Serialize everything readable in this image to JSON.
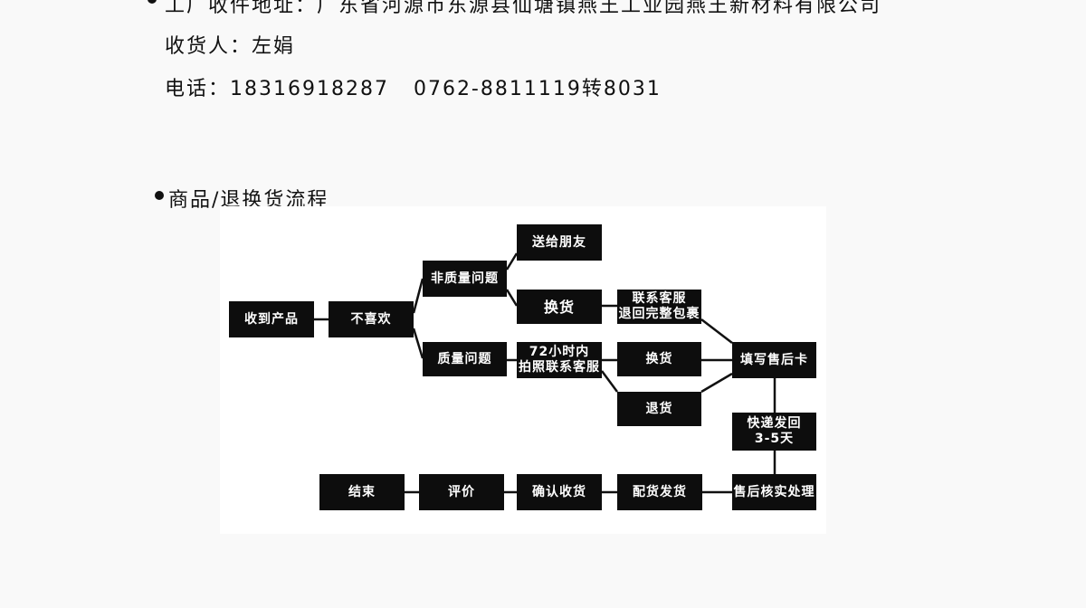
{
  "address": {
    "factory_line": "工厂收件地址：广东省河源市东源县仙塘镇燕王工业园燕王新材料有限公司",
    "receiver_line": "收货人：左娟",
    "phone_line": "电话：18316918287   0762-8811119转8031"
  },
  "section": {
    "title": "商品/退换货流程"
  },
  "flow": {
    "receive": "收到产品",
    "dislike": "不喜欢",
    "non_quality": "非质量问题",
    "gift": "送给朋友",
    "exchange_a": "换货",
    "contact_l1": "联系客服",
    "contact_l2": "退回完整包裹",
    "quality": "质量问题",
    "photo_l1": "72小时内",
    "photo_l2": "拍照联系客服",
    "exchange_b": "换货",
    "return": "退货",
    "card": "填写售后卡",
    "express_l1": "快递发回",
    "express_l2": "3-5天",
    "process": "售后核实处理",
    "ship": "配货发货",
    "confirm": "确认收货",
    "review": "评价",
    "end": "结束"
  }
}
